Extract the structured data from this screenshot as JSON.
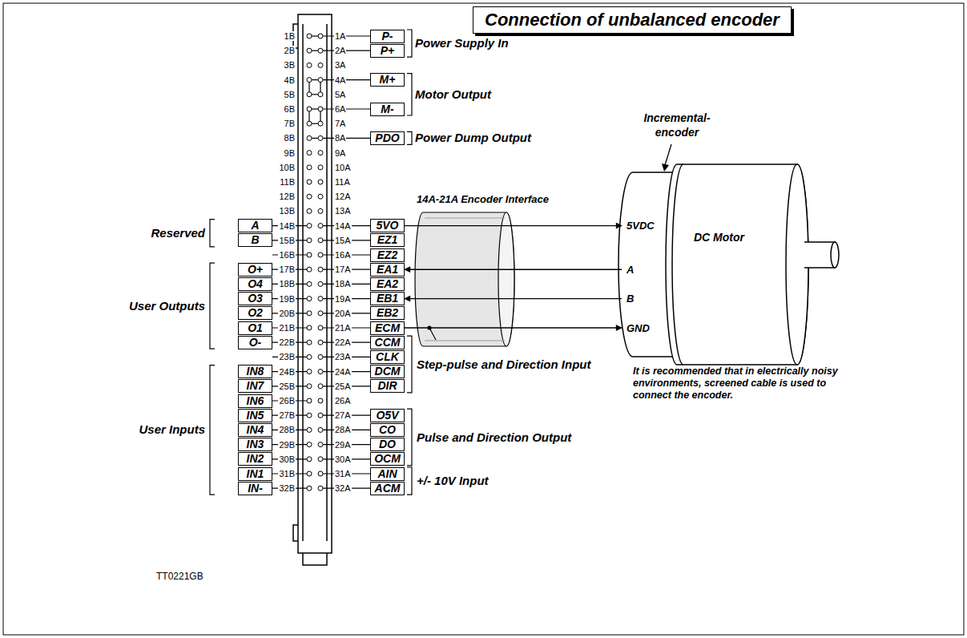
{
  "diagram": {
    "title": "Connection of unbalanced encoder",
    "nodes": [
      {
        "text": [
          "P-"
        ]
      },
      {
        "text": [
          "P+"
        ]
      },
      {
        "text": [
          "M+"
        ]
      },
      {
        "text": [
          "M-"
        ]
      },
      {
        "text": [
          "PDO"
        ]
      },
      {
        "text": [
          "5VO"
        ]
      },
      {
        "text": [
          "EZ1"
        ]
      },
      {
        "text": [
          "EZ2"
        ]
      },
      {
        "text": [
          "EA1"
        ]
      },
      {
        "text": [
          "EA2"
        ]
      },
      {
        "text": [
          "EB1"
        ]
      },
      {
        "text": [
          "EB2"
        ]
      },
      {
        "text": [
          "ECM"
        ]
      },
      {
        "text": [
          "CCM"
        ]
      },
      {
        "text": [
          "CLK"
        ]
      },
      {
        "text": [
          "DCM"
        ]
      },
      {
        "text": [
          "DIR"
        ]
      },
      {
        "text": [
          "O5V"
        ]
      },
      {
        "text": [
          "CO"
        ]
      },
      {
        "text": [
          "DO"
        ]
      },
      {
        "text": [
          "OCM"
        ]
      },
      {
        "text": [
          "AIN"
        ]
      },
      {
        "text": [
          "ACM"
        ]
      },
      {
        "text": [
          "A"
        ]
      },
      {
        "text": [
          "B"
        ]
      },
      {
        "text": [
          "O+"
        ]
      },
      {
        "text": [
          "O4"
        ]
      },
      {
        "text": [
          "O3"
        ]
      },
      {
        "text": [
          "O2"
        ]
      },
      {
        "text": [
          "O1"
        ]
      },
      {
        "text": [
          "O-"
        ]
      },
      {
        "text": [
          "IN8"
        ]
      },
      {
        "text": [
          "IN7"
        ]
      },
      {
        "text": [
          "IN6"
        ]
      },
      {
        "text": [
          "IN5"
        ]
      },
      {
        "text": [
          "IN4"
        ]
      },
      {
        "text": [
          "IN3"
        ]
      },
      {
        "text": [
          "IN2"
        ]
      },
      {
        "text": [
          "IN1"
        ]
      },
      {
        "text": [
          "IN-"
        ]
      },
      {
        "text": [
          "5VDC",
          "A",
          "B",
          "GND"
        ]
      },
      {
        "text": [
          "DC Motor"
        ]
      }
    ],
    "edges": [
      {
        "from": 5,
        "to": 40,
        "arrow": "to"
      },
      {
        "from": 40,
        "to": 8,
        "arrow": "to"
      },
      {
        "from": 40,
        "to": 10,
        "arrow": "to"
      },
      {
        "from": 12,
        "to": 40,
        "arrow": "to"
      }
    ],
    "labels": [
      "1B",
      "1A",
      "2B",
      "2A",
      "3B",
      "3A",
      "4B",
      "4A",
      "5B",
      "5A",
      "6B",
      "6A",
      "7B",
      "7A",
      "8B",
      "8A",
      "9B",
      "9A",
      "10B",
      "10A",
      "11B",
      "11A",
      "12B",
      "12A",
      "13B",
      "13A",
      "14B",
      "14A",
      "15B",
      "15A",
      "16B",
      "16A",
      "17B",
      "17A",
      "18B",
      "18A",
      "19B",
      "19A",
      "20B",
      "20A",
      "21B",
      "21A",
      "22B",
      "22A",
      "23B",
      "23A",
      "24B",
      "24A",
      "25B",
      "25A",
      "26B",
      "26A",
      "27B",
      "27A",
      "28B",
      "28A",
      "29B",
      "29A",
      "30B",
      "30A",
      "31B",
      "31A",
      "32B",
      "32A",
      "Power Supply In",
      "Motor Output",
      "Power Dump Output",
      "Reserved",
      "User Outputs",
      "User Inputs",
      "14A-21A Encoder Interface",
      "Step-pulse and Direction Input",
      "Pulse and Direction Output",
      "+/- 10V Input",
      "Incremental- encoder",
      "It is recommended that in electrically noisy environments, screened cable is used to connect the encoder.",
      "TT0221GB"
    ]
  }
}
